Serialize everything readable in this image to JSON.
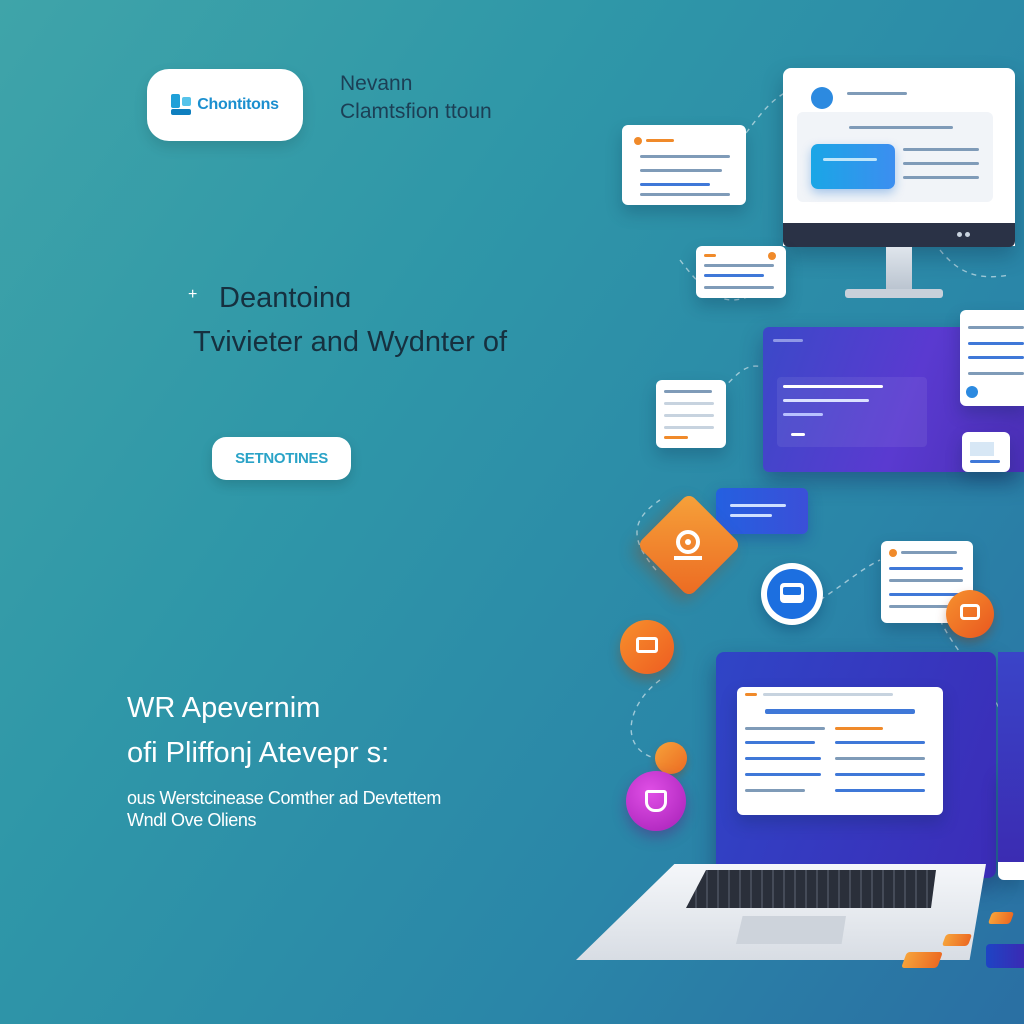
{
  "brand": {
    "logo_text": "Chontitons",
    "name_line1": "Nevann",
    "name_line2": "Clamtsfion ttoun"
  },
  "hero": {
    "line1": "Deantoinɑ",
    "line2": "Tvivieter and Wydnter of"
  },
  "cta": {
    "label": "SETNOTINES"
  },
  "feature": {
    "title_line1": "WR Apevernim",
    "title_line2": "ofi Pliffonj Atevepr s:",
    "desc_line1": "ous Werstcinease Comther ad Devtettem",
    "desc_line2": "Wndl Ove Oliens"
  },
  "colors": {
    "bg_start": "#3fa4a9",
    "bg_end": "#2a6fa3",
    "accent_blue": "#1fa0d8",
    "accent_orange": "#f08a2a",
    "accent_purple": "#4a3fc8",
    "accent_magenta": "#c52ad0"
  },
  "icons": [
    "logo-icon",
    "orange-diamond-icon",
    "chat-bubble-icon",
    "blue-circle-icon",
    "magenta-shield-icon",
    "monitor-icon",
    "laptop-icon"
  ]
}
